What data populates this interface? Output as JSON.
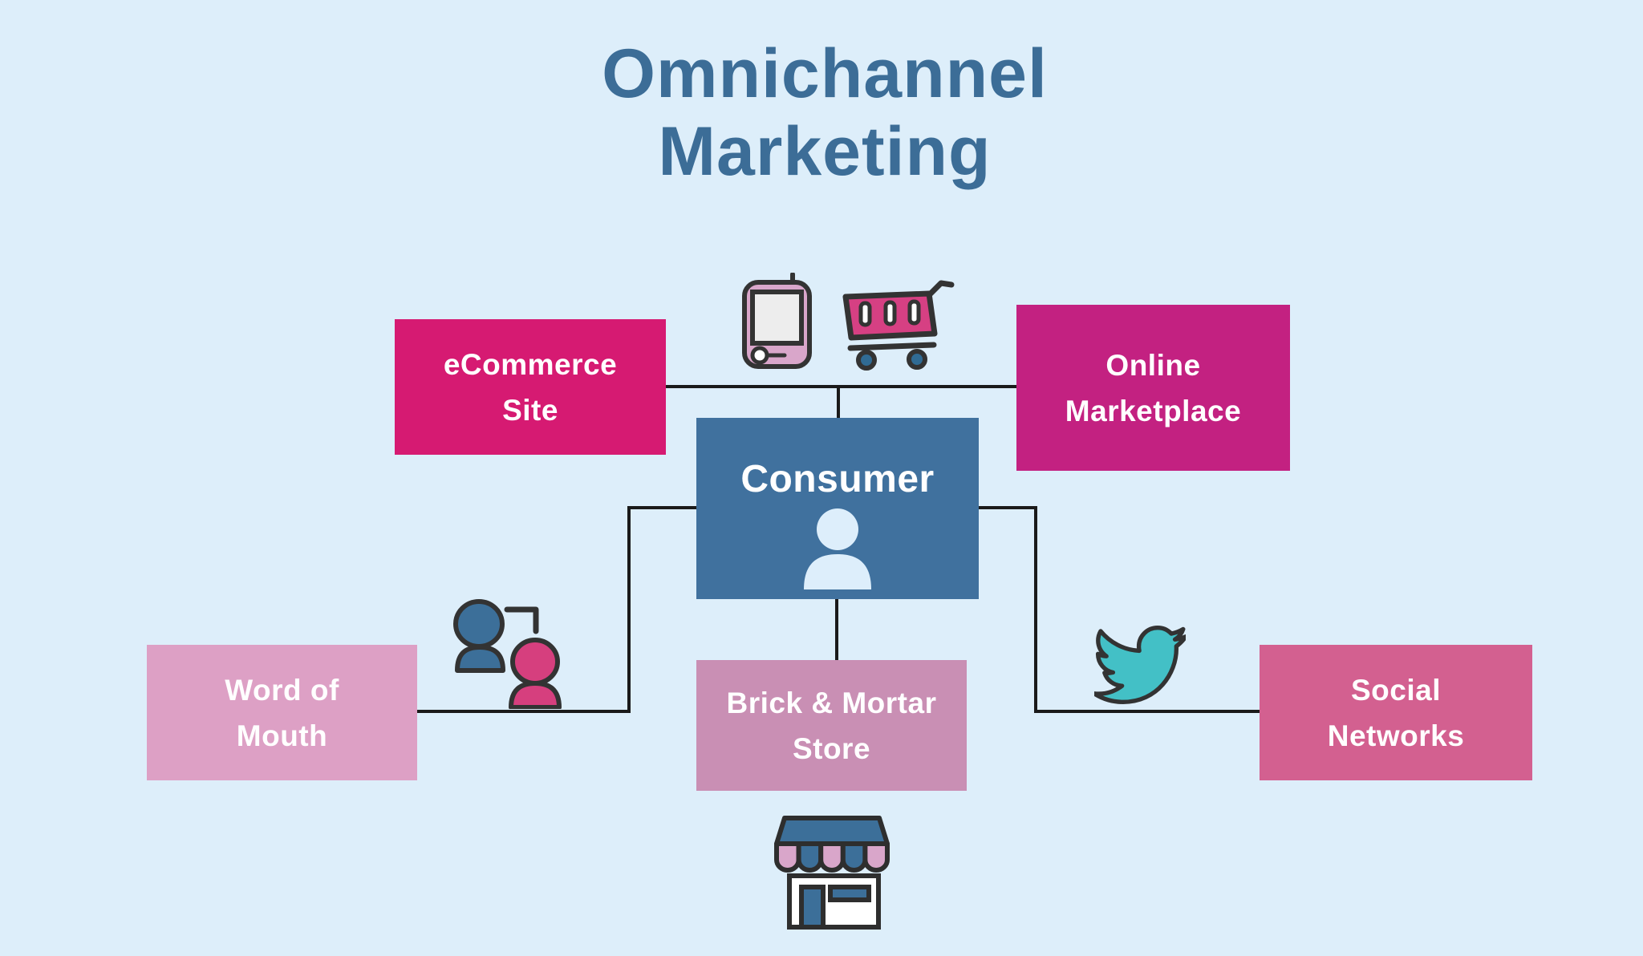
{
  "title": {
    "text": "Omnichannel Marketing",
    "color": "#3c6d97"
  },
  "background_color": "#ddeefa",
  "connector_color": "#1a1a1a",
  "nodes": {
    "consumer": {
      "label": "Consumer",
      "color": "#40719e",
      "text_color": "#ffffff"
    },
    "ecommerce": {
      "label": "eCommerce\nSite",
      "color": "#d61a72",
      "text_color": "#ffffff"
    },
    "online_marketplace": {
      "label": "Online\nMarketplace",
      "color": "#c32181",
      "text_color": "#ffffff"
    },
    "word_of_mouth": {
      "label": "Word of\nMouth",
      "color": "#dda0c5",
      "text_color": "#ffffff"
    },
    "brick_and_mortar": {
      "label": "Brick & Mortar\nStore",
      "color": "#c98fb4",
      "text_color": "#ffffff"
    },
    "social_networks": {
      "label": "Social\nNetworks",
      "color": "#d36090",
      "text_color": "#ffffff"
    }
  },
  "edges": [
    {
      "from": "Consumer",
      "to": "eCommerce Site"
    },
    {
      "from": "Consumer",
      "to": "Online Marketplace"
    },
    {
      "from": "Consumer",
      "to": "Word of Mouth"
    },
    {
      "from": "Consumer",
      "to": "Brick & Mortar Store"
    },
    {
      "from": "Consumer",
      "to": "Social Networks"
    }
  ],
  "icons": {
    "mobile_device": {
      "name": "mobile-phone-icon",
      "body_color": "#d9a6ca",
      "screen_color": "#ededed",
      "outline_color": "#333333"
    },
    "shopping_cart": {
      "name": "shopping-cart-icon",
      "basket_color": "#d64083",
      "wheel_color": "#306b94",
      "outline_color": "#333333"
    },
    "conversation_people": {
      "name": "people-conversation-icon",
      "left_person_color": "#3c6f99",
      "right_person_color": "#d63f7e",
      "outline_color": "#333333"
    },
    "twitter_bird": {
      "name": "twitter-bird-icon",
      "fill_color": "#43c0c6",
      "outline_color": "#333333"
    },
    "storefront": {
      "name": "storefront-icon",
      "roof_color": "#3c6f99",
      "awning_pink_color": "#d9a6ca",
      "awning_blue_color": "#3c6f99",
      "body_color": "#ffffff",
      "outline_color": "#2e2e2e"
    },
    "consumer_person": {
      "name": "person-icon",
      "fill_color": "#ddeefb"
    }
  }
}
